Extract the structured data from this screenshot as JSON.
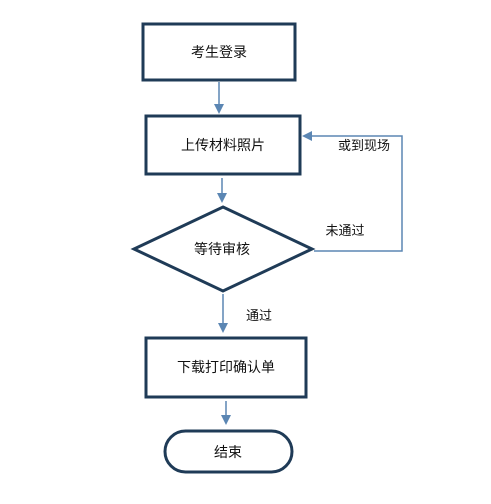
{
  "colors": {
    "box_stroke": "#1f3b57",
    "arrow": "#5b86b3",
    "text": "#111111",
    "background": "#ffffff"
  },
  "nodes": {
    "login": "考生登录",
    "upload": "上传材料照片",
    "review": "等待审核",
    "print": "下载打印确认单",
    "end": "结束"
  },
  "edges": {
    "retry": "或到现场",
    "fail": "未通过",
    "pass": "通过"
  }
}
